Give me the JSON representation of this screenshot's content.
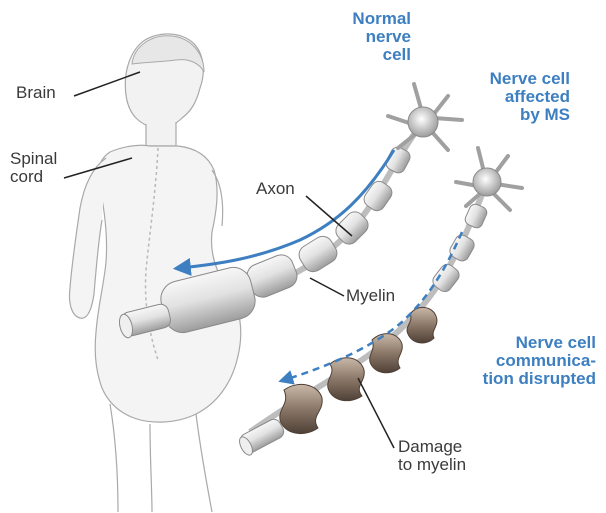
{
  "labels": {
    "brain": "Brain",
    "spinal_cord_line1": "Spinal",
    "spinal_cord_line2": "cord",
    "axon": "Axon",
    "myelin": "Myelin",
    "damage_line1": "Damage",
    "damage_line2": "to myelin",
    "normal_line1": "Normal",
    "normal_line2": "nerve",
    "normal_line3": "cell",
    "affected_line1": "Nerve cell",
    "affected_line2": "affected",
    "affected_line3": "by MS",
    "disrupted_line1": "Nerve cell",
    "disrupted_line2": "communica-",
    "disrupted_line3": "tion disrupted"
  },
  "colors": {
    "accent_blue": "#3d7fc0",
    "label_text": "#3a3a3a",
    "body_outline": "#a9a9a9",
    "myelin_healthy": "#dcdcdc",
    "myelin_damaged": "#8a7768"
  }
}
